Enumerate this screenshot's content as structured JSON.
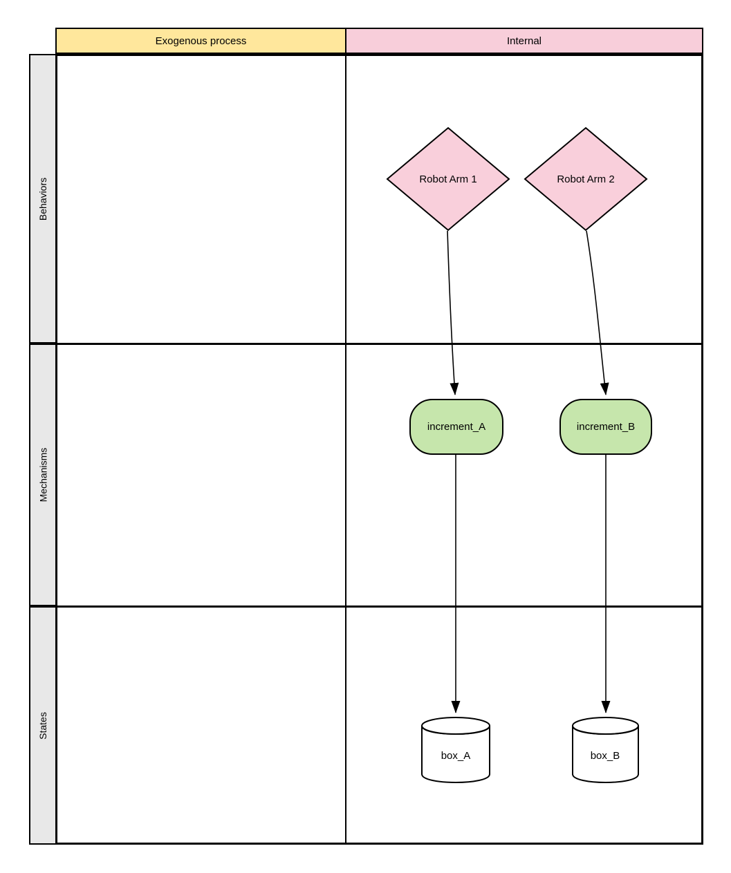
{
  "diagram": {
    "columns": {
      "exogenous_label": "Exogenous process",
      "internal_label": "Internal"
    },
    "rows": [
      {
        "label": "Behaviors"
      },
      {
        "label": "Mechanisms"
      },
      {
        "label": "States"
      }
    ],
    "nodes": {
      "robot_arm_1": {
        "label": "Robot Arm 1",
        "shape": "diamond",
        "row": "Behaviors",
        "column": "Internal"
      },
      "robot_arm_2": {
        "label": "Robot Arm 2",
        "shape": "diamond",
        "row": "Behaviors",
        "column": "Internal"
      },
      "increment_a": {
        "label": "increment_A",
        "shape": "rounded-rectangle",
        "row": "Mechanisms",
        "column": "Internal"
      },
      "increment_b": {
        "label": "increment_B",
        "shape": "rounded-rectangle",
        "row": "Mechanisms",
        "column": "Internal"
      },
      "box_a": {
        "label": "box_A",
        "shape": "cylinder",
        "row": "States",
        "column": "Internal"
      },
      "box_b": {
        "label": "box_B",
        "shape": "cylinder",
        "row": "States",
        "column": "Internal"
      }
    },
    "connectors": [
      {
        "from": "Robot Arm 1",
        "to": "increment_A"
      },
      {
        "from": "Robot Arm 2",
        "to": "increment_B"
      },
      {
        "from": "increment_A",
        "to": "box_A"
      },
      {
        "from": "increment_B",
        "to": "box_B"
      }
    ],
    "colors": {
      "header_yellow": "#FFE79C",
      "header_pink": "#F8CEDA",
      "diamond_pink": "#F9CFDB",
      "mechanism_green": "#C6E6AC",
      "sidebar_gray": "#E8E8E8",
      "stroke_black": "#000000"
    }
  }
}
